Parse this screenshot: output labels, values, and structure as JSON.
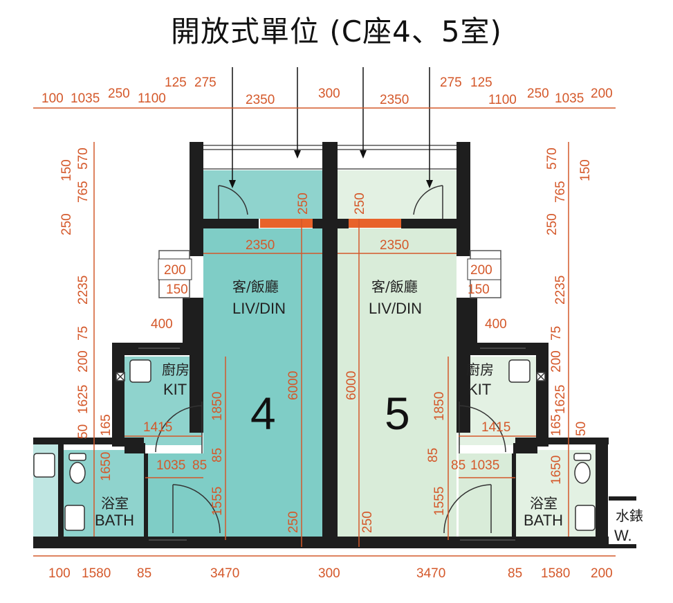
{
  "title": "開放式單位 (C座4、5室)",
  "colors": {
    "wall": "#1e1e1e",
    "unit4_fill": "#7fcdc6",
    "unit5_fill": "#d9ecd9",
    "dimension": "#d4582a",
    "vent": "#e8622a"
  },
  "top_dims": {
    "d100_l": "100",
    "d1035_l": "1035",
    "d250_l": "250",
    "d1100_l": "1100",
    "d125_l": "125",
    "d275_l": "275",
    "d2350_l": "2350",
    "d300": "300",
    "d2350_r": "2350",
    "d275_r": "275",
    "d125_r": "125",
    "d1100_r": "1100",
    "d250_r": "250",
    "d1035_r": "1035",
    "d200_r": "200"
  },
  "bottom_dims": {
    "d100": "100",
    "d1580_l": "1580",
    "d85_l": "85",
    "d3470_l": "3470",
    "d300": "300",
    "d3470_r": "3470",
    "d85_r": "85",
    "d1580_r": "1580",
    "d200": "200"
  },
  "left_vdims": {
    "v570": "570",
    "v150": "150",
    "v765": "765",
    "v250": "250",
    "v2235": "2235",
    "v75": "75",
    "v200": "200",
    "v1625": "1625",
    "v50": "50",
    "v165": "165",
    "v1650": "1650"
  },
  "right_vdims": {
    "v570": "570",
    "v150": "150",
    "v765": "765",
    "v250": "250",
    "v2235": "2235",
    "v75": "75",
    "v200": "200",
    "v1625": "1625",
    "v165": "165",
    "v50": "50",
    "v1650": "1650"
  },
  "unit4": {
    "number": "4",
    "liv_zh": "客/飯廳",
    "liv_en": "LIV/DIN",
    "kit_zh": "廚房",
    "kit_en": "KIT",
    "bath_zh": "浴室",
    "bath_en": "BATH",
    "dims": {
      "w2350": "2350",
      "h6000": "6000",
      "h250_top": "250",
      "h250_bot": "250",
      "h1850": "1850",
      "h85": "85",
      "h1555": "1555",
      "w1415": "1415",
      "w1035": "1035",
      "w85": "85",
      "b200": "200",
      "b150": "150",
      "b400": "400"
    }
  },
  "unit5": {
    "number": "5",
    "liv_zh": "客/飯廳",
    "liv_en": "LIV/DIN",
    "kit_zh": "廚房",
    "kit_en": "KIT",
    "bath_zh": "浴室",
    "bath_en": "BATH",
    "dims": {
      "w2350": "2350",
      "h6000": "6000",
      "h250_top": "250",
      "h250_bot": "250",
      "h1850": "1850",
      "h85": "85",
      "h1555": "1555",
      "w1415": "1415",
      "w1035": "1035",
      "w85": "85",
      "b200": "200",
      "b150": "150",
      "b400": "400"
    }
  },
  "edge_label": {
    "zh": "水錶",
    "en": "W."
  }
}
